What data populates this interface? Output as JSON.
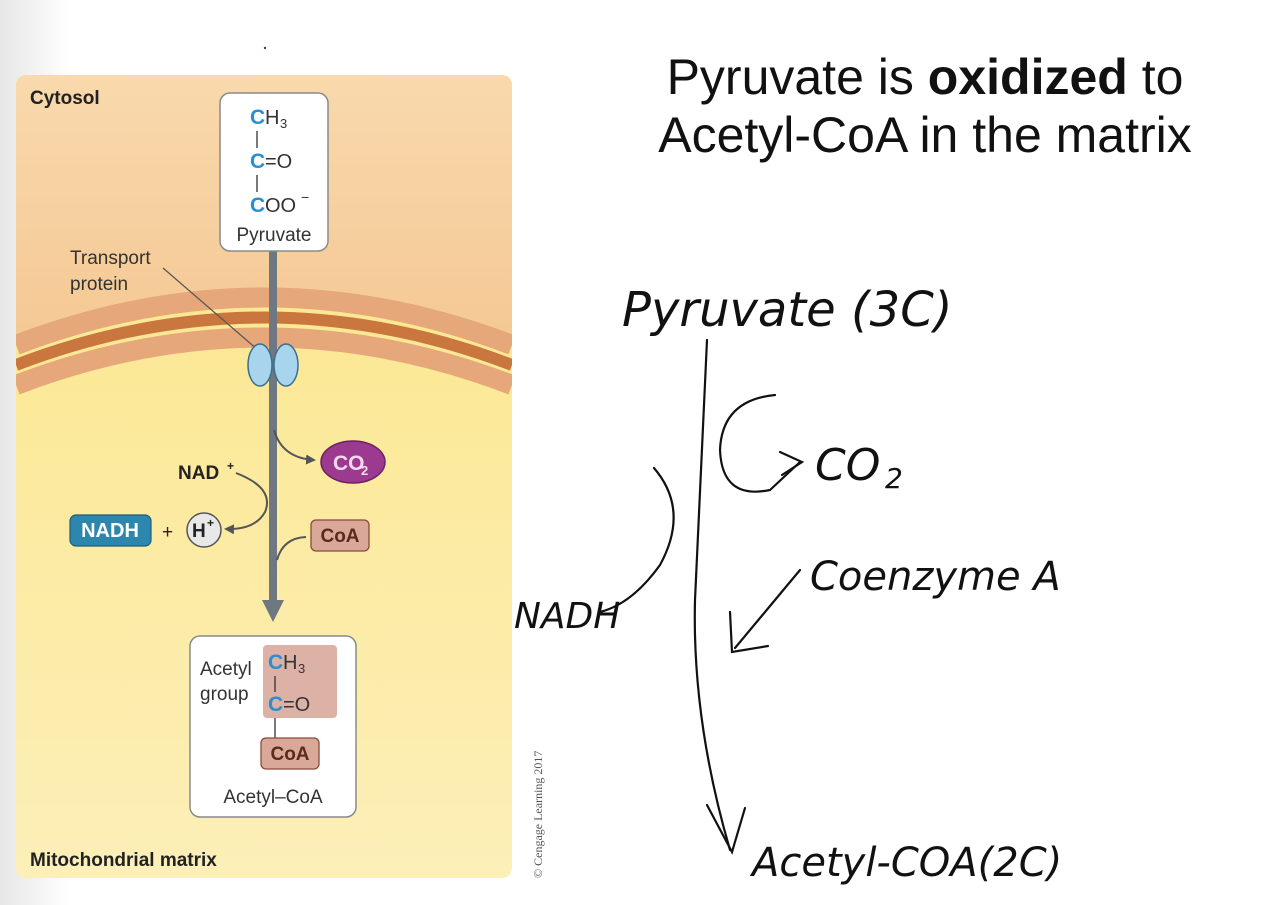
{
  "slide": {
    "title_line1_pre": "Pyruvate is",
    "title_line1_bold": "oxidized",
    "title_line1_post": "to",
    "title_line2": "Acetyl-CoA in the matrix"
  },
  "diagram": {
    "region_top": "Cytosol",
    "region_bottom": "Mitochondrial matrix",
    "transport_label_1": "Transport",
    "transport_label_2": "protein",
    "pyruvate": {
      "c1": "C",
      "c1_sub": "H",
      "c1_num": "3",
      "c2": "C",
      "c2_bond": "=O",
      "c3": "C",
      "c3_rest": "OO",
      "charge": "−",
      "name": "Pyruvate"
    },
    "nad": "NAD",
    "nad_sup": "+",
    "nadh": "NADH",
    "plus": "+",
    "h": "H",
    "h_sup": "+",
    "co2": "CO",
    "co2_sub": "2",
    "coa": "CoA",
    "acetyl": {
      "label_1": "Acetyl",
      "label_2": "group",
      "c1": "C",
      "c1_sub": "H",
      "c1_num": "3",
      "c2": "C",
      "c2_bond": "=O",
      "coa": "CoA",
      "name": "Acetyl–CoA"
    },
    "credit": "© Cengage Learning 2017"
  },
  "handwriting": {
    "pyruvate": "Pyruvate (3C)",
    "co2": "CO",
    "co2_sub": "2",
    "coenzyme": "Coenzyme A",
    "nadh": "NADH",
    "acetyl": "Acetyl-COA(2C)"
  },
  "colors": {
    "carbon_blue": "#2a8fd0",
    "cytosol": "#f7d3a3",
    "matrix": "#fbe79a",
    "membrane": "#d68a52",
    "nadh_box": "#2c86ad",
    "co2_oval": "#9b3a8f",
    "coa_box": "#d9a898"
  }
}
